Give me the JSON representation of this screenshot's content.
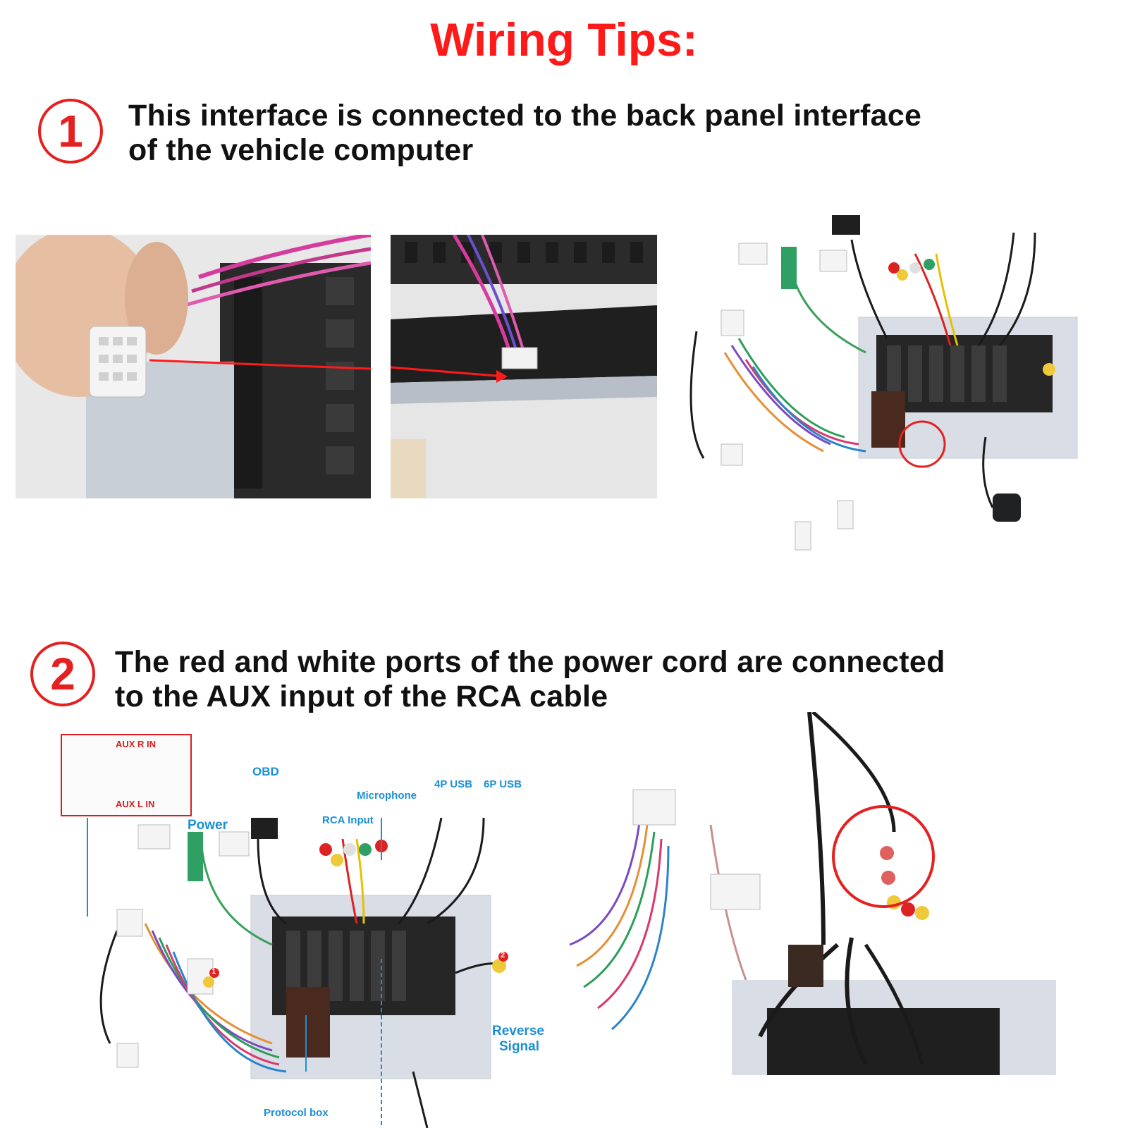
{
  "title": "Wiring Tips:",
  "steps": [
    {
      "number": "1",
      "lines": [
        "This interface is connected to the back panel interface",
        "of the vehicle computer"
      ]
    },
    {
      "number": "2",
      "lines": [
        "The red and white ports of the power cord are connected",
        "to the AUX input of the RCA cable"
      ]
    }
  ],
  "diagram_labels": {
    "aux_r_in": "AUX R IN",
    "aux_l_in": "AUX L IN",
    "power": "Power",
    "obd": "OBD",
    "microphone": "Microphone",
    "rca_input": "RCA Input",
    "usb_4p": "4P USB",
    "usb_6p": "6P USB",
    "reverse_line1": "Reverse",
    "reverse_line2": "Signal",
    "protocol_box": "Protocol box",
    "marker_1": "1",
    "marker_2": "2"
  },
  "colors": {
    "accent_red": "#e52020",
    "label_blue": "#1a8fd6"
  }
}
